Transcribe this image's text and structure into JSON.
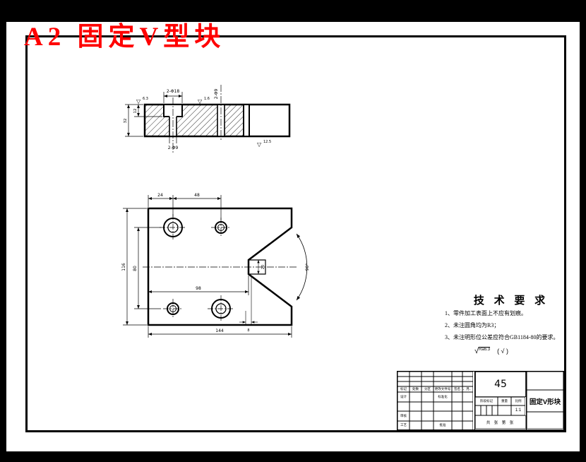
{
  "banner": {
    "title": "A2 固定V型块"
  },
  "icons": {
    "surface_triangle": "▽",
    "check": "√"
  },
  "tech_req": {
    "heading": "技 术 要 求",
    "items": [
      "1、零件加工表面上不应有划痕。",
      "2、未注圆角均为R3；",
      "3、未注明形位公差应符合GB1184-80的要求。"
    ],
    "roughness_value": "Ra6.3",
    "roughness_alt": "( √ )"
  },
  "dims": {
    "section": {
      "counterbore": "2-Φ18",
      "hole_top": "2-Φ9",
      "depth": "12",
      "height": "32",
      "hole_bottom": "2-Φ9",
      "finish_left": "6.3",
      "finish_mid": "1.6",
      "finish_bottom": "12.5"
    },
    "plan": {
      "top_left": "24",
      "top_mid": "48",
      "left_outer": "116",
      "left_inner": "80",
      "mid_width": "98",
      "bottom_width": "144",
      "v_angle": "90°",
      "slot_depth": "20",
      "slot_width": "8"
    }
  },
  "title_block": {
    "header_cols": [
      "标记",
      "处数",
      "分区",
      "更改文件号",
      "签名",
      "年、月、日"
    ],
    "row_labels": {
      "design": "设计",
      "standard": "标准化",
      "audit": "审核",
      "process": "工艺",
      "approve": "批准"
    },
    "stage_label": "阶段标记",
    "weight_label": "重量",
    "scale_label": "比例",
    "scale_value": "1:1",
    "sheets_note": "共 张 第 张",
    "material": "45",
    "part_name": "固定V形块"
  }
}
